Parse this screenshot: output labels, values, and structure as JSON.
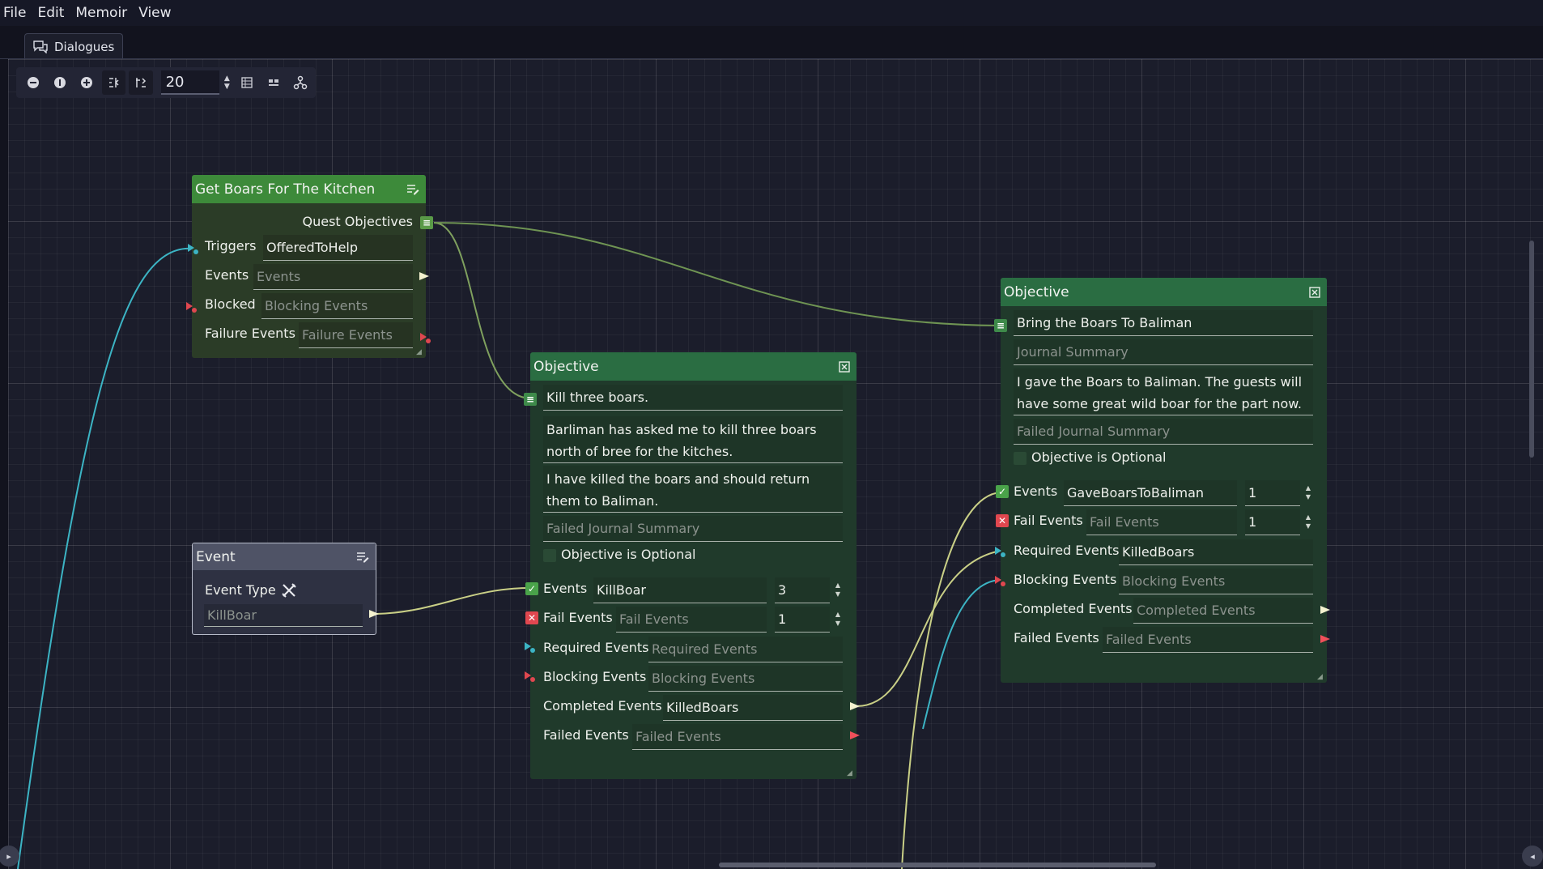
{
  "menu": [
    "File",
    "Edit",
    "Memoir",
    "View"
  ],
  "tab": {
    "label": "Dialogues"
  },
  "toolbar": {
    "zoom_value": "20"
  },
  "colors": {
    "quest_header": "#3d8a3a",
    "objective_header": "#2a6d42",
    "event_header": "#4f5366",
    "wire_green": "#7fa05e",
    "wire_cyan": "#3cb4c4",
    "wire_yellow": "#c9cf86"
  },
  "quest_node": {
    "title": "Get Boars For The Kitchen",
    "objectives_label": "Quest Objectives",
    "triggers_label": "Triggers",
    "triggers_value": "OfferedToHelp",
    "events_label": "Events",
    "events_placeholder": "Events",
    "blocked_label": "Blocked",
    "blocked_placeholder": "Blocking Events",
    "failure_label": "Failure Events",
    "failure_placeholder": "Failure Events"
  },
  "event_node": {
    "title": "Event",
    "type_label": "Event Type",
    "name_placeholder": "KillBoar"
  },
  "objective1": {
    "title": "Objective",
    "name": "Kill three boars.",
    "journal_summary": "Barliman has asked me to kill three boars north of bree for the kitches.",
    "completed_summary": "I have killed the boars and should return them to Baliman.",
    "failed_summary_placeholder": "Failed Journal Summary",
    "optional_label": "Objective is Optional",
    "events_label": "Events",
    "events_value": "KillBoar",
    "events_count": "3",
    "fail_label": "Fail Events",
    "fail_placeholder": "Fail Events",
    "fail_count": "1",
    "required_label": "Required Events",
    "required_placeholder": "Required Events",
    "blocking_label": "Blocking Events",
    "blocking_placeholder": "Blocking Events",
    "completed_label": "Completed Events",
    "completed_value": "KilledBoars",
    "failed_label": "Failed Events",
    "failed_placeholder": "Failed Events"
  },
  "objective2": {
    "title": "Objective",
    "name": "Bring the Boars To Baliman",
    "journal_summary_placeholder": "Journal Summary",
    "completed_summary": "I gave the Boars to Baliman. The guests will have some great wild boar for the part now.",
    "failed_summary_placeholder": "Failed Journal Summary",
    "optional_label": "Objective is Optional",
    "events_label": "Events",
    "events_value": "GaveBoarsToBaliman",
    "events_count": "1",
    "fail_label": "Fail Events",
    "fail_placeholder": "Fail Events",
    "fail_count": "1",
    "required_label": "Required Events",
    "required_value": "KilledBoars",
    "blocking_label": "Blocking Events",
    "blocking_placeholder": "Blocking Events",
    "completed_label": "Completed Events",
    "completed_placeholder": "Completed Events",
    "failed_label": "Failed Events",
    "failed_placeholder": "Failed Events"
  }
}
